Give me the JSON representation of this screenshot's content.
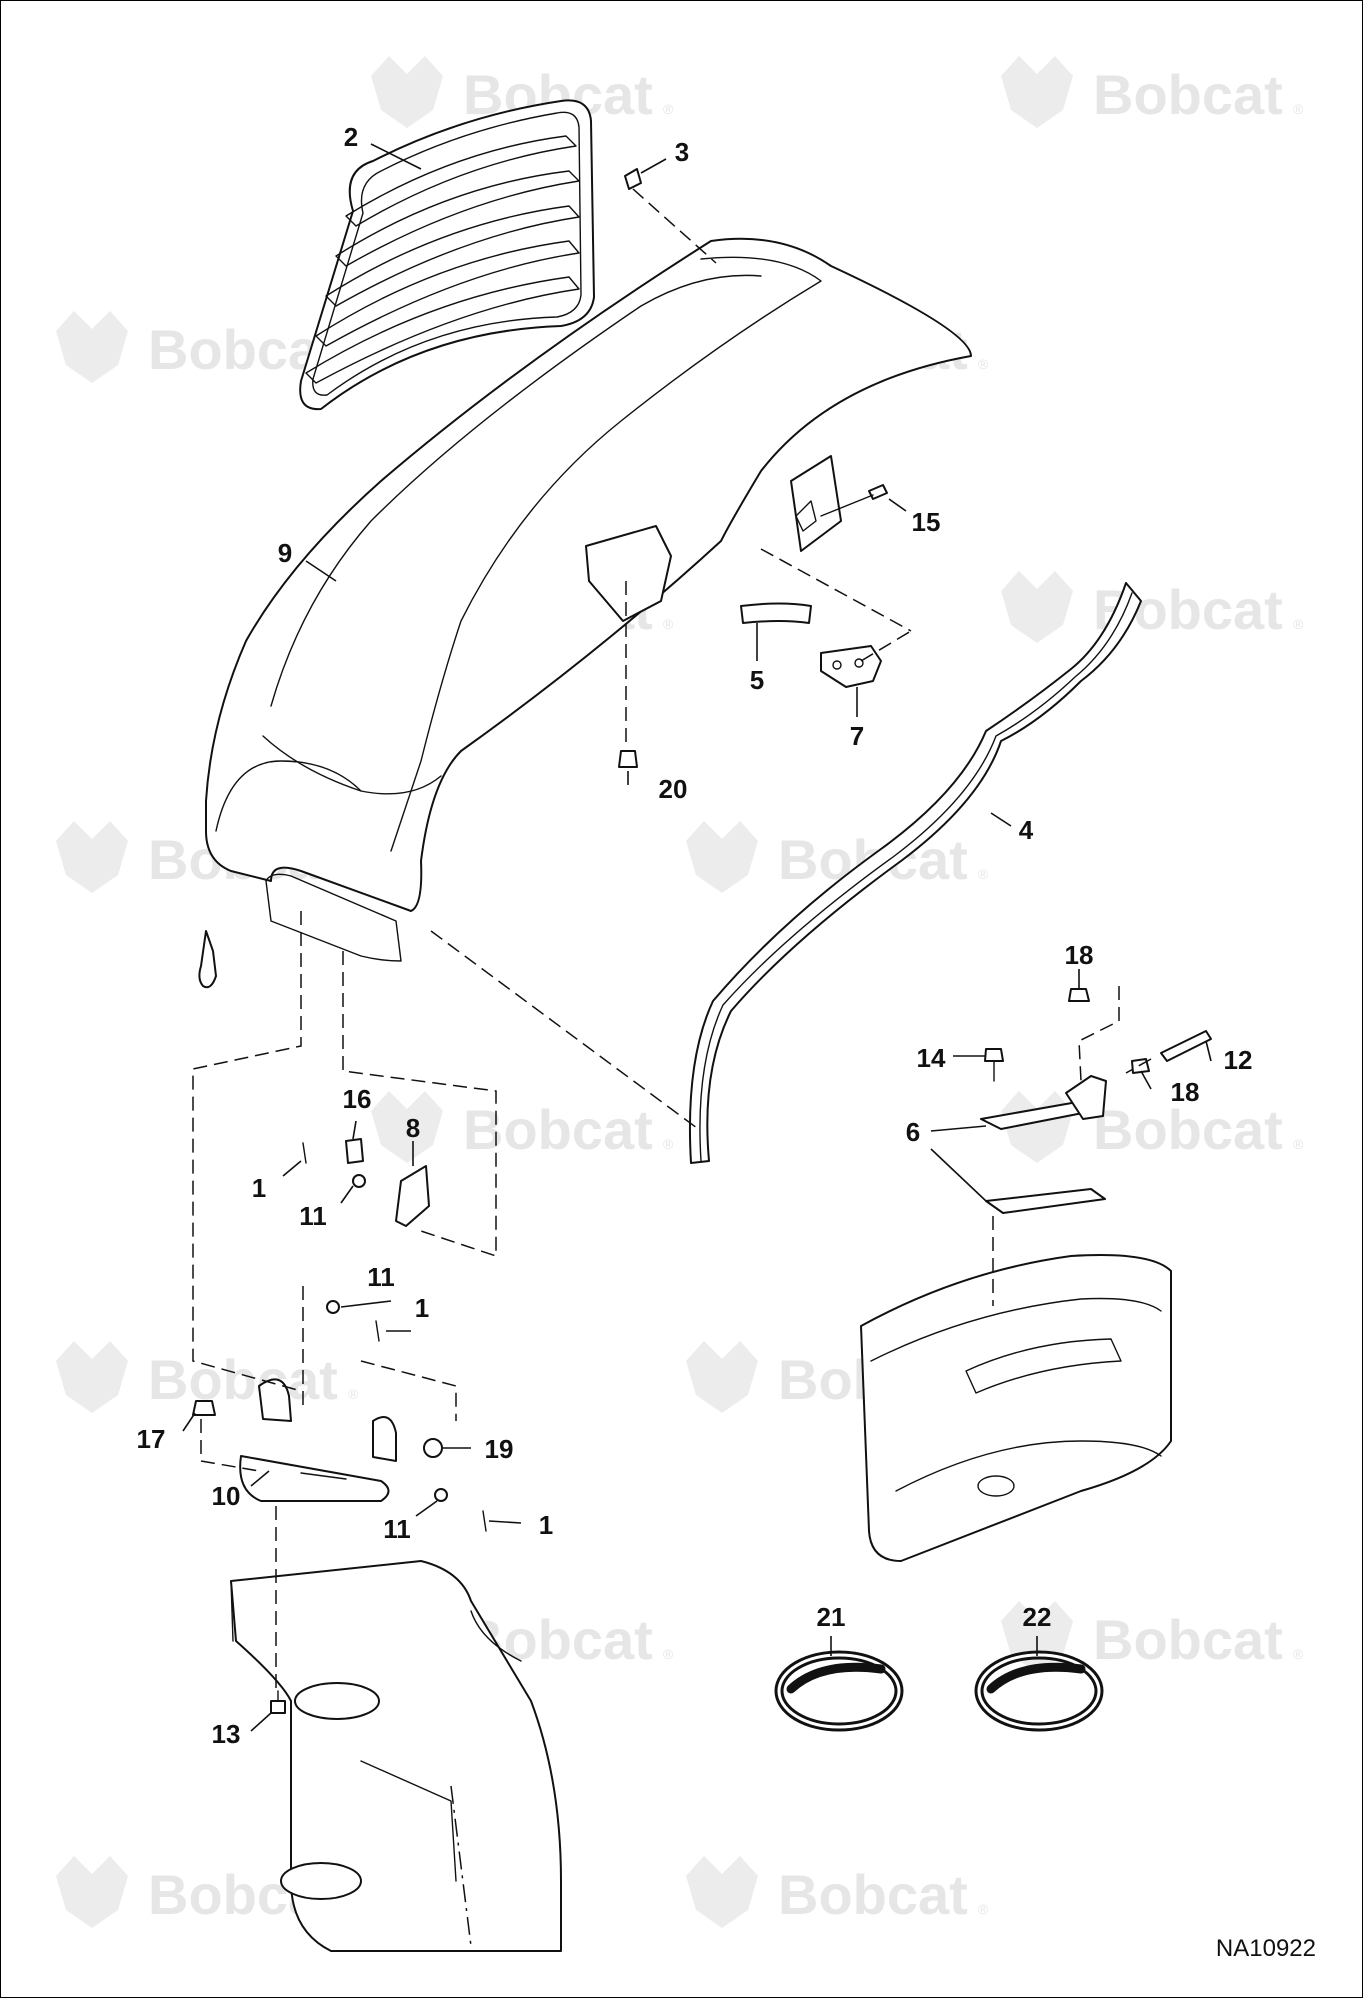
{
  "drawing": {
    "watermark": {
      "brand_text": "Bobcat",
      "registered_mark": "®"
    },
    "drawing_number": "NA10922",
    "callouts": [
      {
        "id": "c2",
        "label": "2"
      },
      {
        "id": "c3",
        "label": "3"
      },
      {
        "id": "c9",
        "label": "9"
      },
      {
        "id": "c15",
        "label": "15"
      },
      {
        "id": "c5",
        "label": "5"
      },
      {
        "id": "c7",
        "label": "7"
      },
      {
        "id": "c20",
        "label": "20"
      },
      {
        "id": "c4",
        "label": "4"
      },
      {
        "id": "c18a",
        "label": "18"
      },
      {
        "id": "c14",
        "label": "14"
      },
      {
        "id": "c12",
        "label": "12"
      },
      {
        "id": "c18b",
        "label": "18"
      },
      {
        "id": "c6",
        "label": "6"
      },
      {
        "id": "c16",
        "label": "16"
      },
      {
        "id": "c8",
        "label": "8"
      },
      {
        "id": "c1a",
        "label": "1"
      },
      {
        "id": "c11a",
        "label": "11"
      },
      {
        "id": "c11b",
        "label": "11"
      },
      {
        "id": "c1b",
        "label": "1"
      },
      {
        "id": "c17",
        "label": "17"
      },
      {
        "id": "c19",
        "label": "19"
      },
      {
        "id": "c10",
        "label": "10"
      },
      {
        "id": "c11c",
        "label": "11"
      },
      {
        "id": "c1c",
        "label": "1"
      },
      {
        "id": "c13",
        "label": "13"
      },
      {
        "id": "c21",
        "label": "21"
      },
      {
        "id": "c22",
        "label": "22"
      }
    ]
  }
}
